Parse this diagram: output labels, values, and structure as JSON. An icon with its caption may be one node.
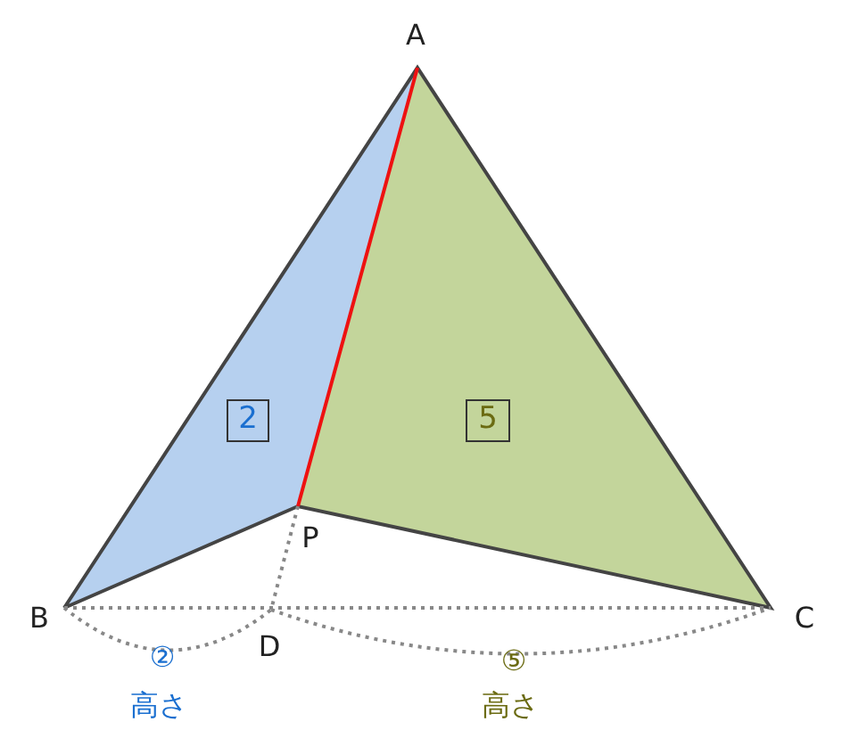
{
  "diagram": {
    "nodes": [
      {
        "text": [
          "2"
        ]
      },
      {
        "text": [
          "5"
        ]
      }
    ],
    "labels": [
      "A",
      "P",
      "B",
      "D",
      "C",
      "②",
      "⑤",
      "高さ",
      "高さ"
    ]
  }
}
